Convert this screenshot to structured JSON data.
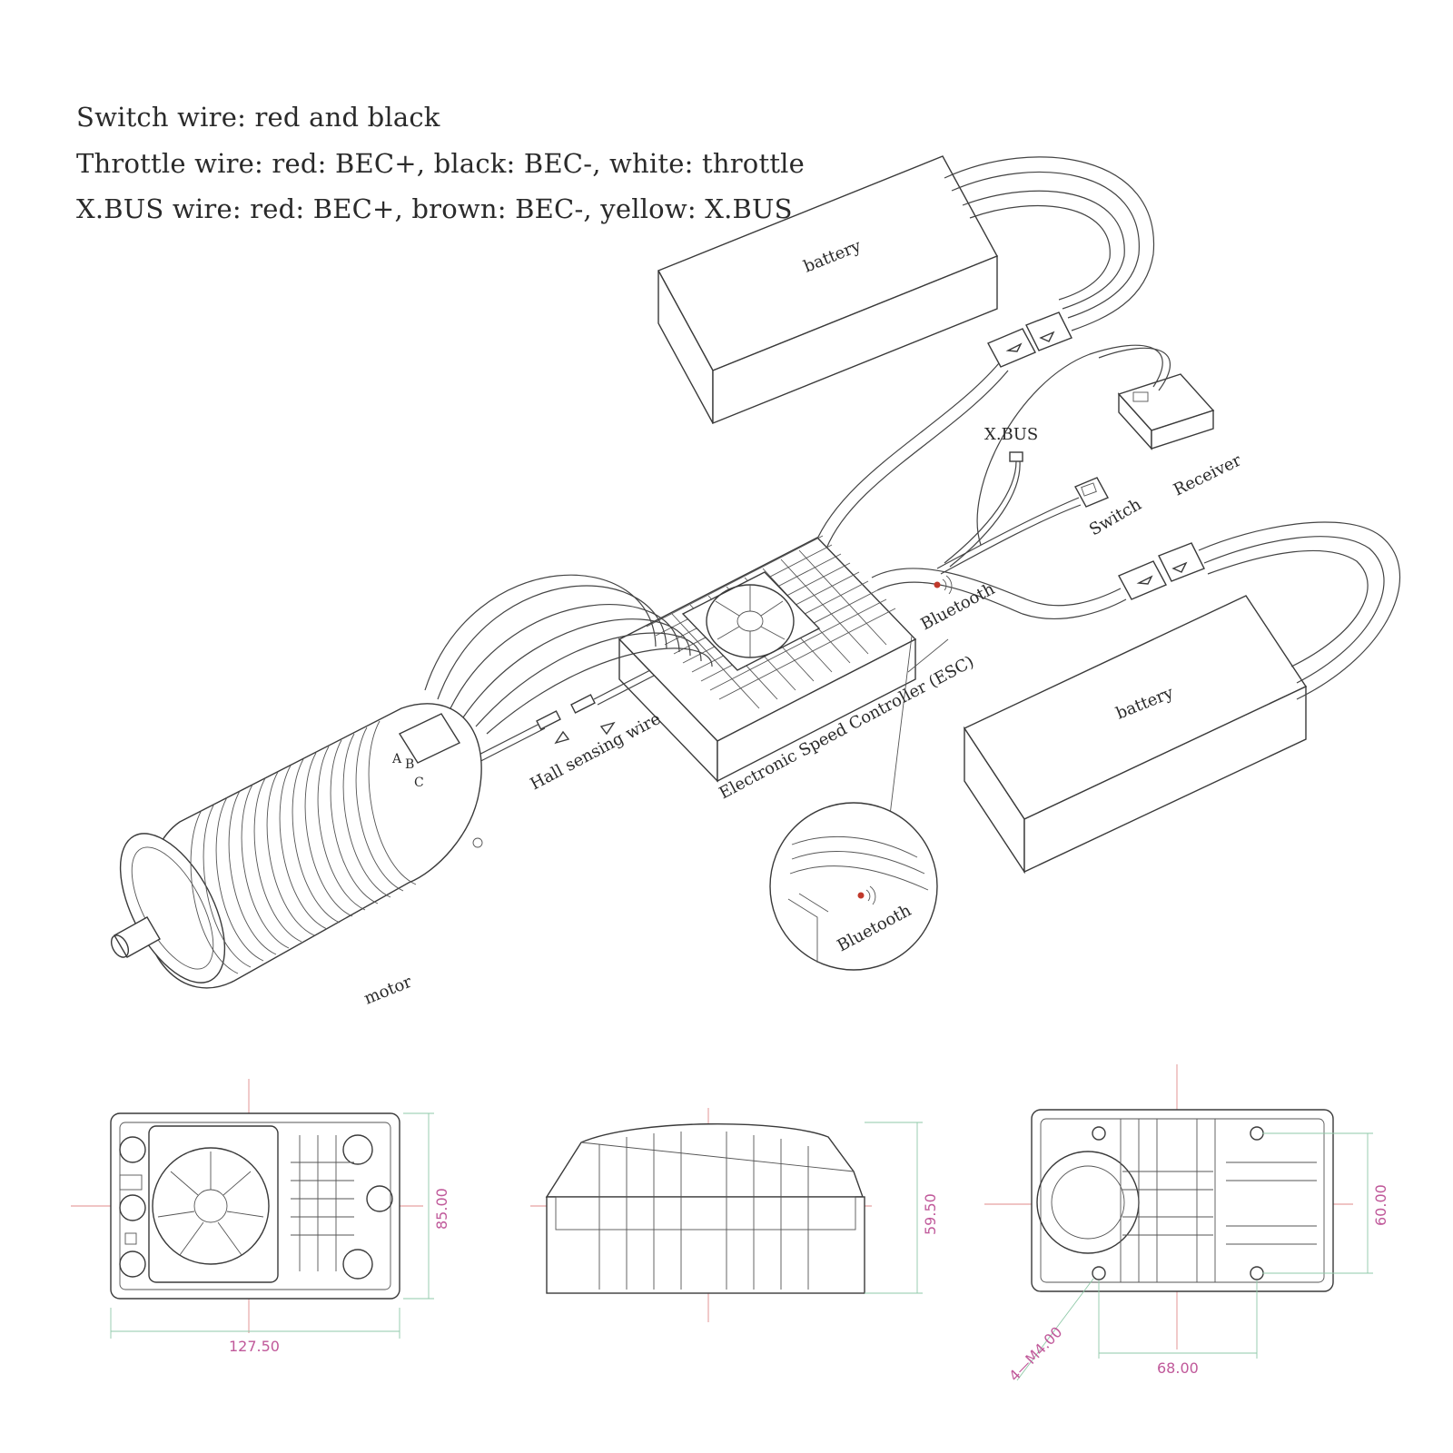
{
  "legend": {
    "switch_wire": "Switch wire: red and black",
    "throttle_wire": "Throttle wire: red: BEC+, black: BEC-, white: throttle",
    "xbus_wire": "X.BUS wire: red: BEC+, brown: BEC-, yellow: X.BUS"
  },
  "labels": {
    "battery_top": "battery",
    "battery_right": "battery",
    "xbus": "X.BUS",
    "receiver": "Receiver",
    "switch": "Switch",
    "bluetooth": "Bluetooth",
    "bluetooth_zoom": "Bluetooth",
    "esc": "Electronic Speed Controller (ESC)",
    "hall_wire": "Hall sensing wire",
    "motor": "motor",
    "phase_a": "A",
    "phase_b": "B",
    "phase_c": "C"
  },
  "dimensions": {
    "top_view_width": "127.50",
    "top_view_height": "85.00",
    "side_view_height": "59.50",
    "bottom_view_hole_span_x": "68.00",
    "bottom_view_hole_span_y": "60.00",
    "bottom_view_holes": "4—M4.00"
  },
  "colors": {
    "dimension_text": "#c0599a",
    "dimension_line": "#8fc9a8",
    "centerline": "#e08a8a",
    "bluetooth_led": "#c0392b"
  }
}
